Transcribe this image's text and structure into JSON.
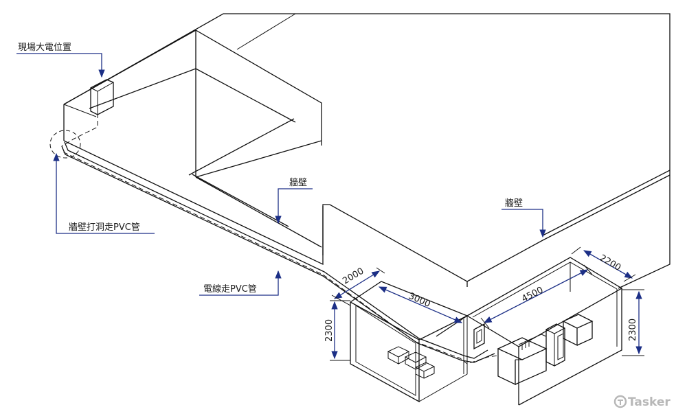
{
  "callouts": {
    "site_power": "現場大電位置",
    "wall_drill_pvc": "牆壁打洞走PVC管",
    "wall_1": "牆壁",
    "wall_2": "牆壁",
    "wire_pvc": "電線走PVC管"
  },
  "dimensions": {
    "room_left_depth": "2000",
    "room_left_width": "3000",
    "room_left_height": "2300",
    "room_right_width": "4500",
    "room_right_depth": "2200",
    "room_right_height": "2300"
  },
  "watermark": {
    "text": "Tasker"
  },
  "colors": {
    "line": "#111111",
    "leader": "#1c2f86",
    "watermark": "#b8b8b8"
  }
}
